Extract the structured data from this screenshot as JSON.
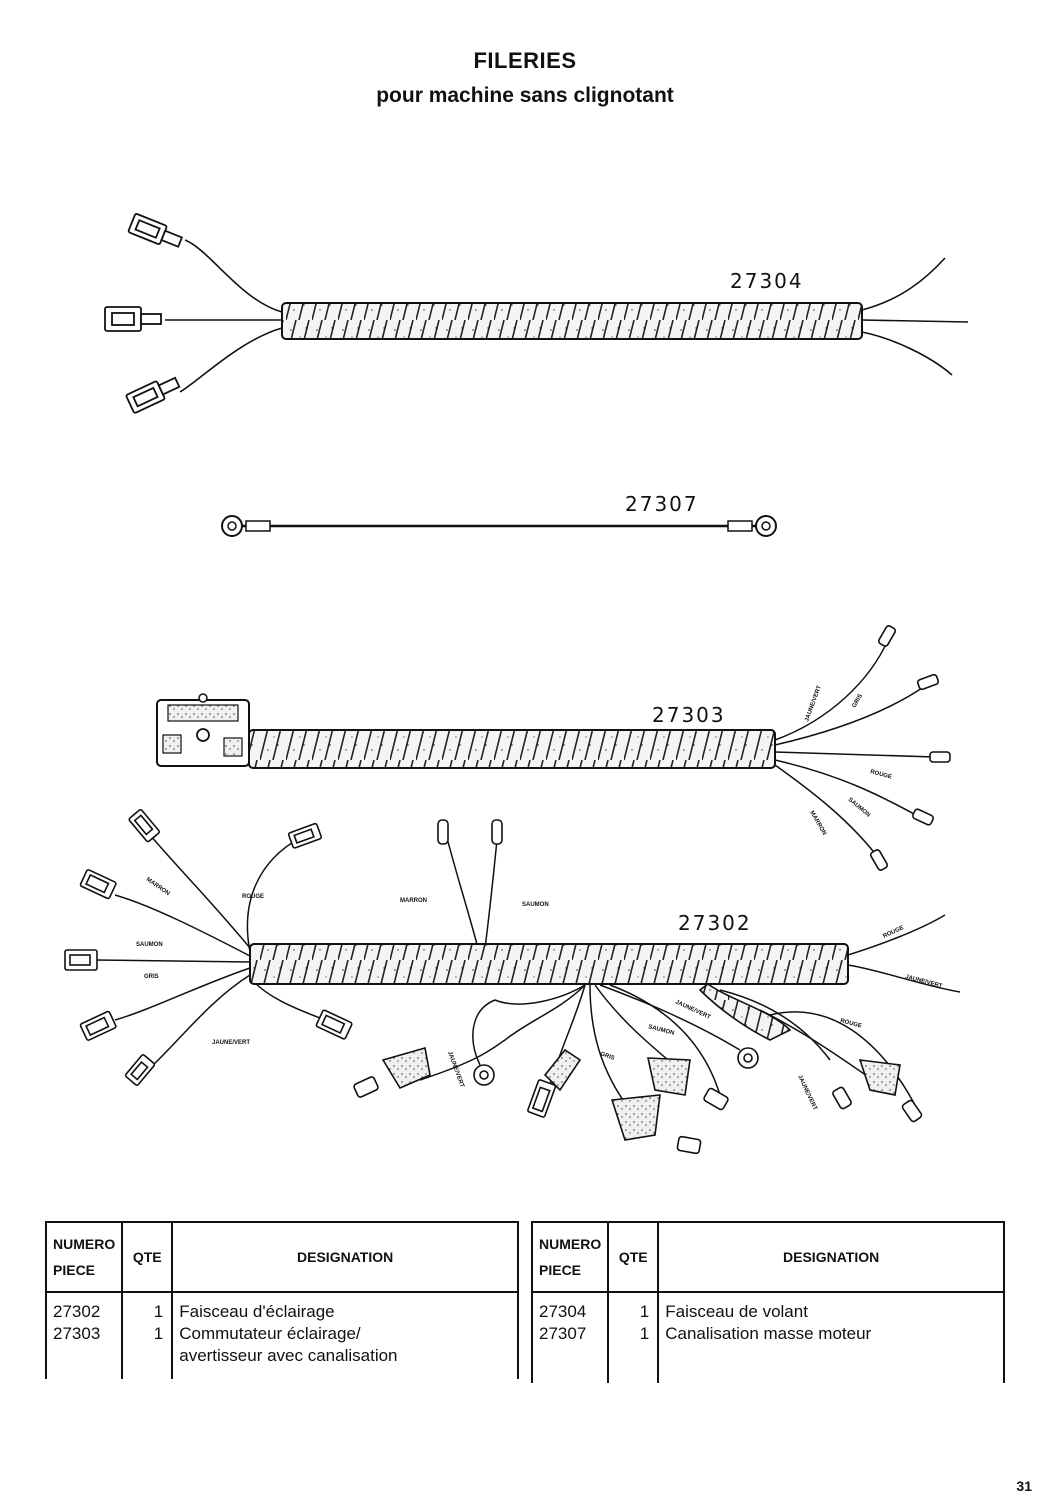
{
  "title": "FILERIES",
  "subtitle": "pour machine sans clignotant",
  "parts_drawn": [
    {
      "number": "27304"
    },
    {
      "number": "27307"
    },
    {
      "number": "27303"
    },
    {
      "number": "27302"
    }
  ],
  "wire_labels": {
    "jaune_vert": "JAUNE/VERT",
    "gris": "GRIS",
    "rouge": "ROUGE",
    "saumon": "SAUMON",
    "marron": "MARRON"
  },
  "table_headers": {
    "numero": "NUMERO",
    "piece": "PIECE",
    "qte": "QTE",
    "designation": "DESIGNATION"
  },
  "table_left": [
    {
      "numero": "27302",
      "qte": "1",
      "designation": "Faisceau d'éclairage"
    },
    {
      "numero": "27303",
      "qte": "1",
      "designation": "Commutateur éclairage/",
      "designation2": "avertisseur avec canalisation"
    }
  ],
  "table_right": [
    {
      "numero": "27304",
      "qte": "1",
      "designation": "Faisceau de volant"
    },
    {
      "numero": "27307",
      "qte": "1",
      "designation": "Canalisation masse moteur"
    }
  ],
  "page_number": "31",
  "colors": {
    "ink": "#111111",
    "paper": "#ffffff",
    "sleeve": "#f2f2f2"
  }
}
